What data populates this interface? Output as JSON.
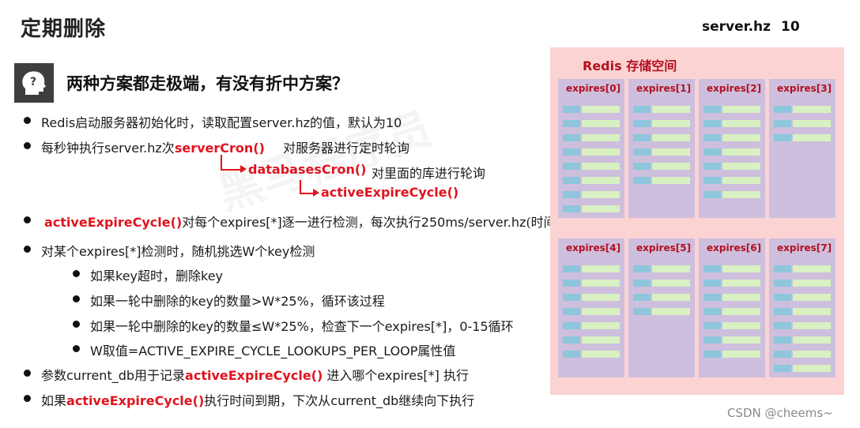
{
  "slide": {
    "title": "定期删除",
    "hz_label": "server.hz",
    "hz_value": "10",
    "question": "两种方案都走极端，有没有折中方案？"
  },
  "bullets": {
    "b1": "Redis启动服务器初始化时，读取配置server.hz的值，默认为10",
    "b2_prefix": "每秒钟执行server.hz次",
    "b2_func": "serverCron()",
    "b2_note": "对服务器进行定时轮询",
    "b2_sub1_func": "databasesCron()",
    "b2_sub1_note": "对里面的库进行轮询",
    "b2_sub2_func": "activeExpireCycle()",
    "b3_func": "activeExpireCycle()",
    "b3_text": "对每个expires[*]逐一进行检测，每次执行250ms/server.hz",
    "b3_note": "(时间)",
    "b4": "对某个expires[*]检测时，随机挑选W个key检测",
    "b4_sub1": "如果key超时，删除key",
    "b4_sub2": "如果一轮中删除的key的数量>W*25%，循环该过程",
    "b4_sub3": "如果一轮中删除的key的数量≤W*25%，检查下一个expires[*]，0-15循环",
    "b4_sub4": "W取值=ACTIVE_EXPIRE_CYCLE_LOOKUPS_PER_LOOP属性值",
    "b5_prefix": "参数current_db用于记录",
    "b5_func": "activeExpireCycle()",
    "b5_suffix": " 进入哪个expires[*] 执行",
    "b6_prefix": "如果",
    "b6_func": "activeExpireCycle()",
    "b6_suffix": "执行时间到期，下次从current_db继续向下执行"
  },
  "panel": {
    "title": "Redis 存储空间",
    "columns": [
      "expires[0]",
      "expires[1]",
      "expires[2]",
      "expires[3]",
      "expires[4]",
      "expires[5]",
      "expires[6]",
      "expires[7]"
    ]
  },
  "footer": {
    "credit": "CSDN @cheems~"
  },
  "colors": {
    "accent_red": "#e0141e",
    "panel_bg": "#fbd3d3",
    "column_bg": "#cdbfdd",
    "key_blue": "#8ec6dc",
    "value_green": "#d8f0c2"
  }
}
